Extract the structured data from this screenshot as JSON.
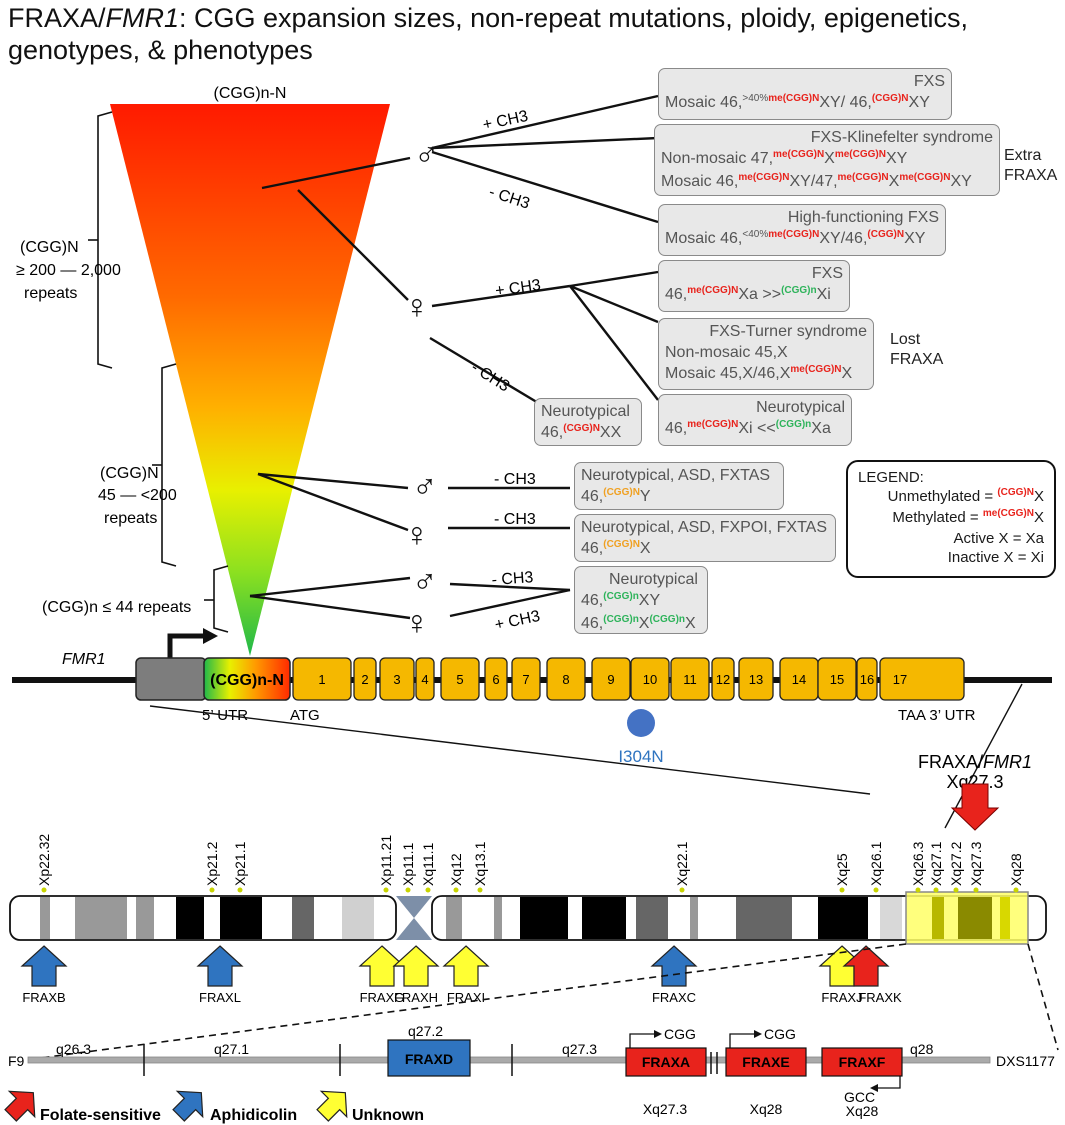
{
  "title": {
    "prefix": "FRAXA/",
    "gene": "FMR1",
    "rest": ":  CGG expansion sizes, non-repeat mutations, ploidy, epigenetics, genotypes, & phenotypes"
  },
  "triangle_top_label": "(CGG)n-N",
  "ranges": {
    "full_l1": "(CGG)N",
    "full_l2": "≥ 200 — 2,000",
    "full_l3": "repeats",
    "pre_l1": "(CGG)N",
    "pre_l2": "45 — <200",
    "pre_l3": "repeats",
    "normal": "(CGG)n ≤ 44 repeats"
  },
  "methyl": {
    "plus": "+ CH3",
    "minus": "- CH3"
  },
  "sexes": {
    "male": "♂",
    "female": "♀"
  },
  "boxes": {
    "fxs_male": {
      "title": "FXS",
      "l1": "Mosaic 46,",
      "sup1": ">40%",
      "m1": "me(CGG)N",
      "t1": "XY/ 46,",
      "m2": "(CGG)N",
      "t2": "XY"
    },
    "klinefelter": {
      "title": "FXS-Klinefelter syndrome",
      "l1": "Non-mosaic 47,",
      "l2": "Mosaic 46,",
      "l2b": "XY/47,",
      "mN": "me(CGG)N",
      "x": "X",
      "xy": "XY"
    },
    "hf_fxs": {
      "title": "High-functioning FXS",
      "l1": "Mosaic 46,",
      "sup1": "<40%",
      "m1": "me(CGG)N",
      "t1": "XY/46,",
      "m2": "(CGG)N",
      "t2": "XY"
    },
    "fxs_female": {
      "title": "FXS",
      "l1": "46,",
      "m1": "me(CGG)N",
      "t1": "Xa >>",
      "m2": "(CGG)n",
      "t2": "Xi"
    },
    "turner": {
      "title": "FXS-Turner syndrome",
      "l1": "Non-mosaic 45,X",
      "l2": "Mosaic 45,X/46,X",
      "m1": "me(CGG)N",
      "t2": "X"
    },
    "neuro_female_full": {
      "title": "Neurotypical",
      "l1": "46,",
      "m1": "me(CGG)N",
      "t1": "Xi <<",
      "m2": "(CGG)n",
      "t2": "Xa"
    },
    "neuro_unmeth": {
      "title": "Neurotypical",
      "l1": "46,",
      "m1": "(CGG)N",
      "t1": "XX"
    },
    "pre_male": {
      "title": "Neurotypical, ASD, FXTAS",
      "l1": "46,",
      "m1": "(CGG)N",
      "t1": "Y"
    },
    "pre_female": {
      "title": "Neurotypical, ASD, FXPOI, FXTAS",
      "l1": "46,",
      "m1": "(CGG)N",
      "t1": "X"
    },
    "normal": {
      "title": "Neurotypical",
      "l1": "46,",
      "m1": "(CGG)n",
      "t1": "XY",
      "m2": "(CGG)n",
      "t2": "X",
      "m3": "(CGG)n",
      "t3": "X"
    }
  },
  "extra_fraxa": {
    "l1": "Extra",
    "l2": "FRAXA"
  },
  "lost_fraxa": {
    "l1": "Lost",
    "l2": "FRAXA"
  },
  "legend": {
    "title": "LEGEND:",
    "unmeth_label": "Unmethylated =",
    "unmeth_sup": "(CGG)N",
    "unmeth_x": "X",
    "meth_label": "Methylated =",
    "meth_sup": "me(CGG)N",
    "meth_x": "X",
    "active": "Active X = Xa",
    "inactive": "Inactive X = Xi"
  },
  "gene": {
    "name": "FMR1",
    "repeat_label": "(CGG)n-N",
    "utr5": "5’ UTR",
    "atg": "ATG",
    "utr3": "TAA 3’ UTR",
    "exons": [
      "1",
      "2",
      "3",
      "4",
      "5",
      "6",
      "7",
      "8",
      "9",
      "10",
      "11",
      "12",
      "13",
      "14",
      "15",
      "16",
      "17"
    ],
    "mutation": "I304N"
  },
  "locus": {
    "l1": "FRAXA/",
    "gene": "FMR1",
    "l2": "Xq27.3"
  },
  "bands": [
    "Xp22.32",
    "Xp21.2",
    "Xp21.1",
    "Xp11.21",
    "Xp11.1",
    "Xq11.1",
    "Xq12",
    "Xq13.1",
    "Xq22.1",
    "Xq25",
    "Xq26.1",
    "Xq26.3",
    "Xq27.1",
    "Xq27.2",
    "Xq27.3",
    "Xq28"
  ],
  "fragile_sites": [
    {
      "name": "FRAXB",
      "type": "Aphidicolin"
    },
    {
      "name": "FRAXL",
      "type": "Aphidicolin"
    },
    {
      "name": "FRAXG",
      "type": "Unknown"
    },
    {
      "name": "FRAXH",
      "type": "Unknown"
    },
    {
      "name": "FRAXI",
      "type": "Unknown"
    },
    {
      "name": "FRAXC",
      "type": "Aphidicolin"
    },
    {
      "name": "FRAXJ",
      "type": "Unknown"
    },
    {
      "name": "FRAXK",
      "type": "Folate-sensitive"
    }
  ],
  "detail": {
    "left": "F9",
    "right": "DXS1177",
    "regions": [
      "q26.3",
      "q27.1",
      "q27.2",
      "q27.3",
      "q28"
    ],
    "sites": [
      "FRAXD",
      "FRAXA",
      "FRAXE",
      "FRAXF"
    ],
    "cgg": "CGG",
    "gcc": "GCC",
    "pos_a": "Xq27.3",
    "pos_e": "Xq28",
    "pos_f": "Xq28"
  },
  "key": {
    "folate": "Folate-sensitive",
    "aphidicolin": "Aphidicolin",
    "unknown": "Unknown"
  },
  "colors": {
    "red": "#e8231c",
    "blue": "#2f74c0",
    "yellow": "#ffff33",
    "exon": "#f5b800",
    "green": "#2db35a"
  }
}
